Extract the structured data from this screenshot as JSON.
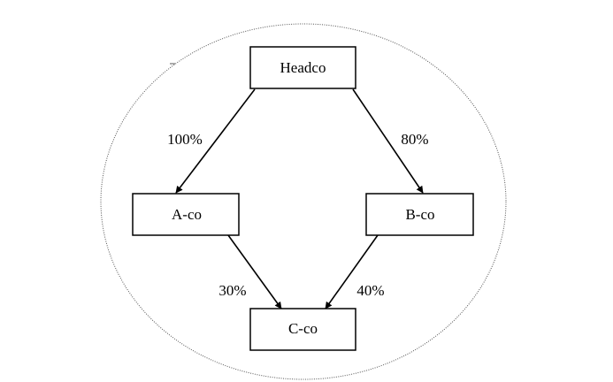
{
  "nodes": {
    "headco": "Headco",
    "aco": "A-co",
    "bco": "B-co",
    "cco": "C-co"
  },
  "edges": {
    "headco_aco": "100%",
    "headco_bco": "80%",
    "aco_cco": "30%",
    "bco_cco": "40%"
  }
}
